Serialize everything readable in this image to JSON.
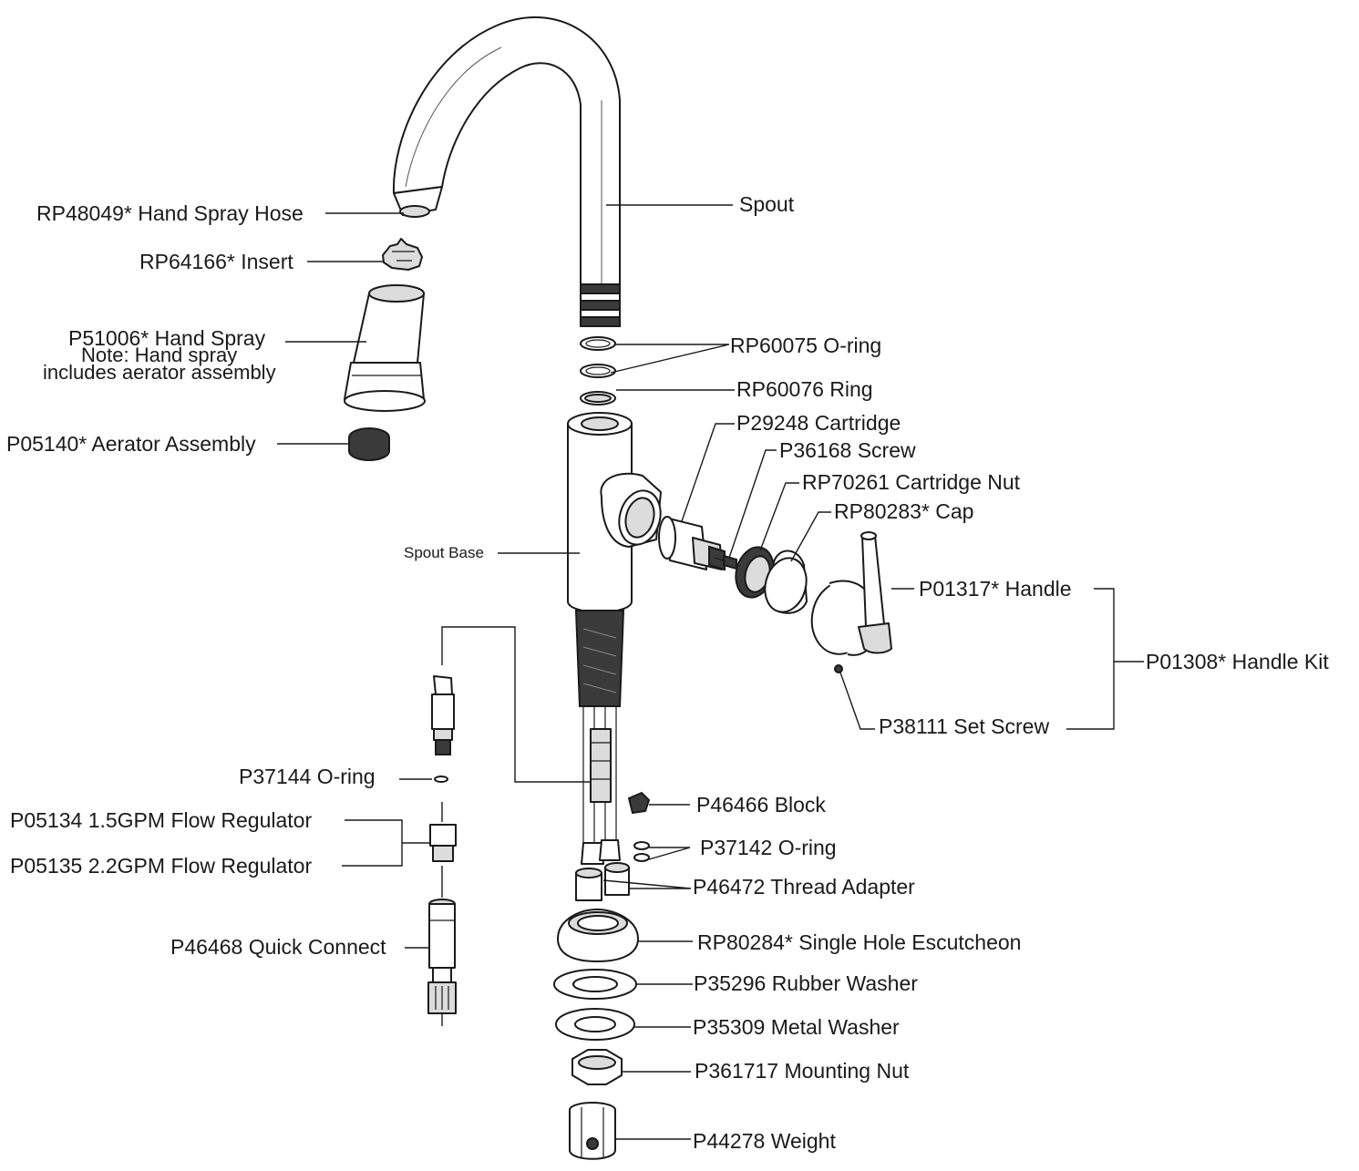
{
  "labels": {
    "hand_spray_hose": "RP48049* Hand Spray Hose",
    "insert": "RP64166* Insert",
    "hand_spray": "P51006* Hand Spray",
    "hand_spray_note_1": "Note: Hand spray",
    "hand_spray_note_2": "includes aerator assembly",
    "aerator_assembly": "P05140* Aerator Assembly",
    "spout": "Spout",
    "o_ring_60075": "RP60075 O-ring",
    "ring_60076": "RP60076 Ring",
    "cartridge": "P29248 Cartridge",
    "screw": "P36168 Screw",
    "cartridge_nut": "RP70261 Cartridge Nut",
    "cap": "RP80283* Cap",
    "spout_base": "Spout Base",
    "handle": "P01317* Handle",
    "handle_kit": "P01308* Handle Kit",
    "set_screw": "P38111 Set Screw",
    "o_ring_37144": "P37144 O-ring",
    "flow_regulator_15": "P05134 1.5GPM Flow Regulator",
    "flow_regulator_22": "P05135 2.2GPM Flow Regulator",
    "quick_connect": "P46468 Quick Connect",
    "block": "P46466 Block",
    "o_ring_37142": "P37142 O-ring",
    "thread_adapter": "P46472 Thread Adapter",
    "escutcheon": "RP80284* Single Hole Escutcheon",
    "rubber_washer": "P35296 Rubber Washer",
    "metal_washer": "P35309 Metal Washer",
    "mounting_nut": "P361717 Mounting Nut",
    "weight": "P44278 Weight"
  }
}
